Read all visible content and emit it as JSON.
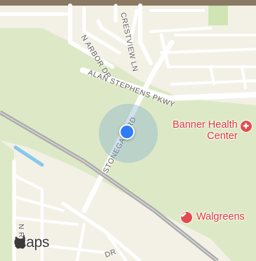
{
  "map": {
    "streets": {
      "n_arbor_dr": "N ARBOR DR",
      "crestview_ln": "CRESTVIEW LN",
      "alan_stephens_pkwy": "ALAN STEPHENS PKWY",
      "stonegate_rd": "STONEGATE RD",
      "n_r_dr": "N R",
      "dr_bottom": "DR"
    },
    "pois": [
      {
        "name": "Banner Health\nCenter",
        "icon": "medical-cross-icon"
      },
      {
        "name": "Walgreens",
        "icon": "pharmacy-capsule-icon"
      }
    ],
    "watermark": {
      "text": "Maps",
      "icon": "apple-logo-icon"
    },
    "colors": {
      "land": "#f3f0e6",
      "park": "#dde9c6",
      "road": "#ffffff",
      "railway": "#b6b6b6",
      "water": "#86c8ea",
      "poi": "#e0383b",
      "location": "#2f7cf6"
    }
  }
}
